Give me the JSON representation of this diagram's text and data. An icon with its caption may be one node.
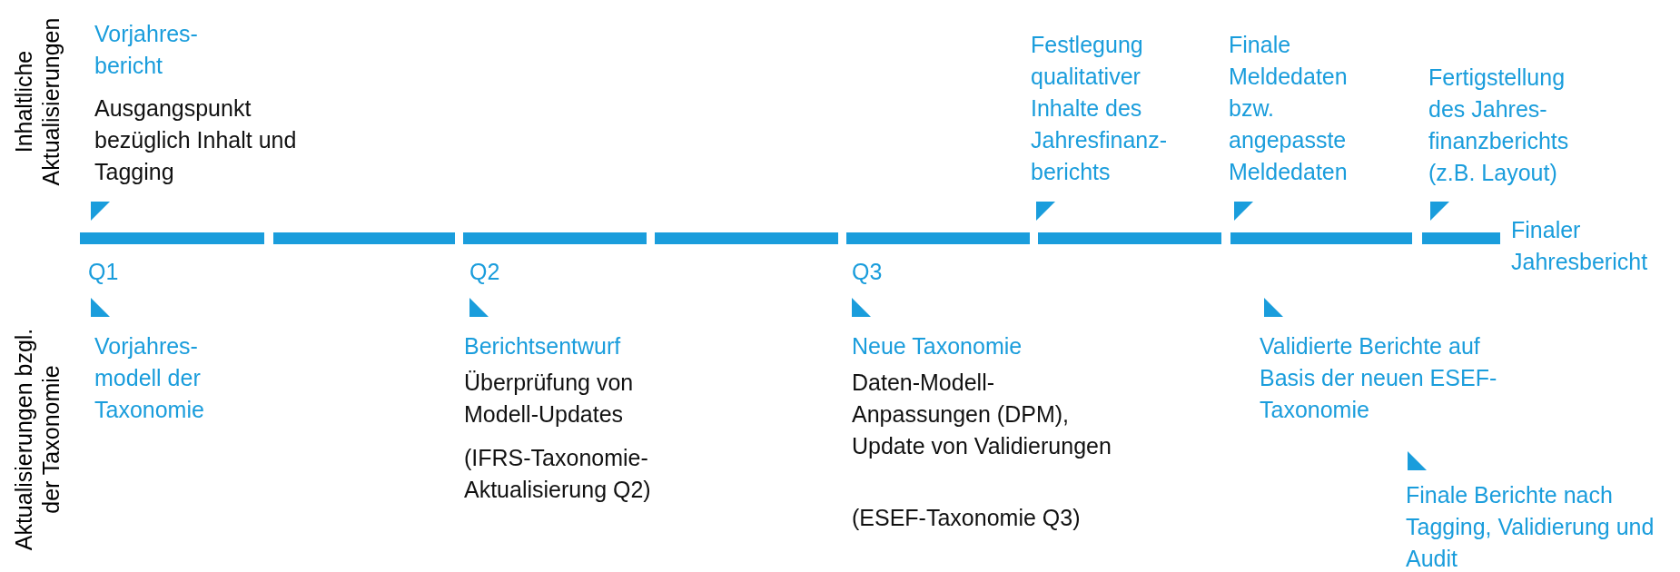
{
  "diagram": {
    "labels": [
      "Inhaltliche Aktualisierungen",
      "Vorjahres- bericht",
      "Ausgangspunkt bezüglich Inhalt und Tagging",
      "Festlegung qualitativer Inhalte des Jahresfinanz- berichts",
      "Finale Meldedaten bzw. angepasste Meldedaten",
      "Fertigstellung des Jahres- finanzberichts (z.B. Layout)",
      "Finaler Jahresbericht",
      "Aktualisierungen bzgl. der Taxonomie",
      "Q1",
      "Q2",
      "Q3",
      "Vorjahres- modell der Taxonomie",
      "Berichtsentwurf",
      "Überprüfung von Modell-Updates",
      "(IFRS-Taxonomie- Aktualisierung Q2)",
      "Neue Taxonomie",
      "Daten-Modell- Anpassungen (DPM), Update von Validierungen",
      "(ESEF-Taxonomie Q3)",
      "Validierte Berichte auf Basis der neuen ESEF- Taxonomie",
      "Finale Berichte nach Tagging, Validierung und Audit"
    ]
  }
}
